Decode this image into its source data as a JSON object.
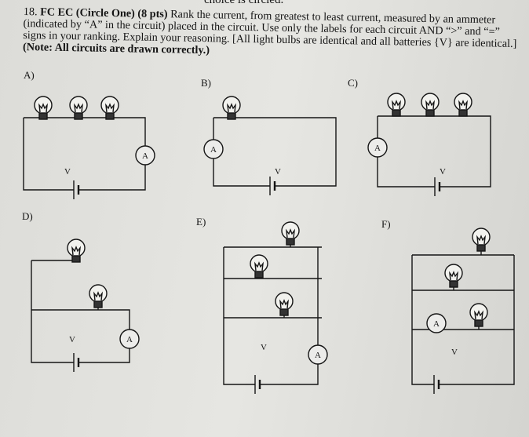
{
  "top_fragment": "choice is circled.",
  "question": {
    "number": "18.",
    "tag": "FC  EC (Circle One) (8 pts)",
    "text": "Rank the current, from greatest to least current, measured by an ammeter (indicated by “A” in the circuit) placed in the circuit. Use only the labels for each circuit AND “>” and “=” signs in your ranking. Explain your reasoning. [All light bulbs are identical and all batteries {V} are identical.]",
    "note": "(Note: All circuits are drawn correctly.)"
  },
  "circuits": [
    {
      "label": "A)",
      "bulbs": 3,
      "config": "series"
    },
    {
      "label": "B)",
      "bulbs": 1,
      "config": "series"
    },
    {
      "label": "C)",
      "bulbs": 3,
      "config": "series"
    },
    {
      "label": "D)",
      "bulbs": 2,
      "config": "parallel"
    },
    {
      "label": "E)",
      "bulbs": 3,
      "config": "parallel"
    },
    {
      "label": "F)",
      "bulbs": 3,
      "config": "parallel"
    }
  ],
  "ammeter_symbol": "A",
  "battery_symbol": "V"
}
